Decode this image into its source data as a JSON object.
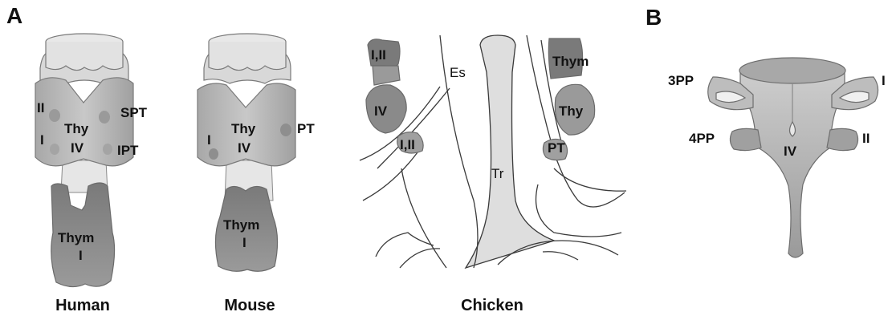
{
  "panels": {
    "a": "A",
    "b": "B"
  },
  "human": {
    "caption": "Human",
    "left_top": "II",
    "left_bottom": "I",
    "center_top": "Thy",
    "center_bottom": "IV",
    "right_top": "SPT",
    "right_bottom": "IPT",
    "thymus_top": "Thym",
    "thymus_bottom": "I"
  },
  "mouse": {
    "caption": "Mouse",
    "left": "I",
    "center_top": "Thy",
    "center_bottom": "IV",
    "right": "PT",
    "thymus_top": "Thym",
    "thymus_bottom": "I"
  },
  "chicken": {
    "caption": "Chicken",
    "left_top": "I,II",
    "left_mid": "IV",
    "left_small": "I,II",
    "esophagus": "Es",
    "trachea": "Tr",
    "right_top": "Thym",
    "right_mid": "Thy",
    "right_small": "PT"
  },
  "pharynx": {
    "left_upper": "3PP",
    "left_lower": "4PP",
    "right_upper": "I",
    "right_lower": "II",
    "center": "IV"
  },
  "colors": {
    "outline": "#6e6e6e",
    "dark_gland": "#8a8a8a",
    "mid_gland": "#a6a6a6",
    "light": "#dcdcdc"
  }
}
